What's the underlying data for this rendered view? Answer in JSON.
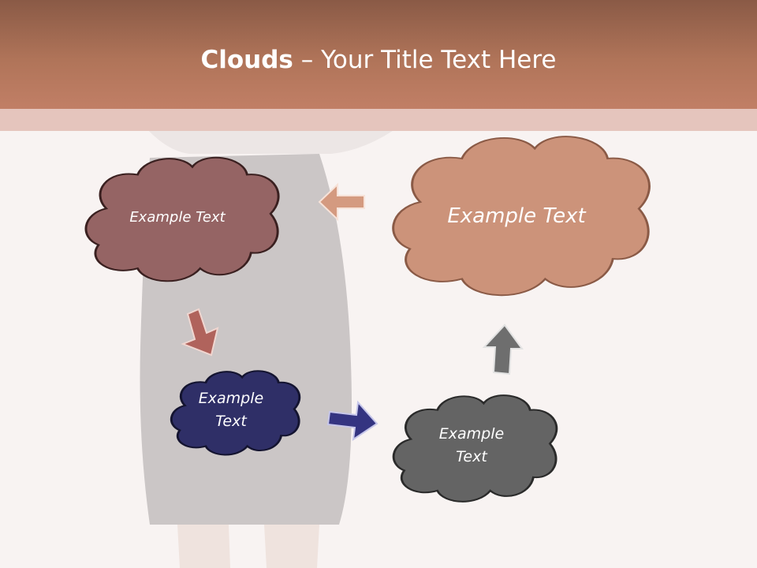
{
  "title": {
    "bold": "Clouds",
    "dash": " – ",
    "rest": "Your Title Text Here"
  },
  "clouds": {
    "maroon": {
      "label": "Example Text",
      "color": "#956464"
    },
    "salmon": {
      "label": "Example Text",
      "color": "#cc937a"
    },
    "navy": {
      "label": "Example\nText",
      "color": "#2f2f67"
    },
    "gray": {
      "label": "Example\nText",
      "color": "#646464"
    }
  },
  "arrows": {
    "left_arrow": {
      "color": "#d49a80",
      "direction": "left"
    },
    "down_arrow": {
      "color": "#b0635c",
      "direction": "down"
    },
    "right_arrow": {
      "color": "#343481",
      "direction": "right"
    },
    "up_arrow": {
      "color": "#6e6e6e",
      "direction": "up"
    }
  },
  "colors": {
    "header": "#b07459",
    "header_strip": "#e5c5bd",
    "background": "#f8f3f2"
  }
}
